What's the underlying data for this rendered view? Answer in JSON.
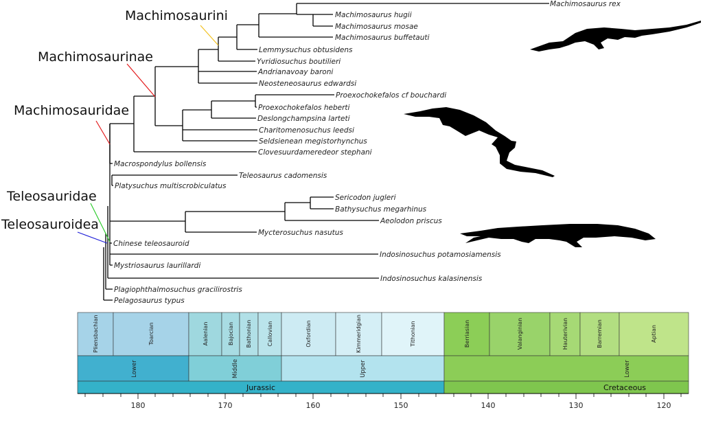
{
  "clades": [
    {
      "label": "Machimosaurini",
      "color": "#f2c11f"
    },
    {
      "label": "Machimosaurinae",
      "color": "#e31a1c"
    },
    {
      "label": "Machimosauridae",
      "color": "#e31a1c"
    },
    {
      "label": "Teleosauridae",
      "color": "#2ecc2e"
    },
    {
      "label": "Teleosauroidea",
      "color": "#1f1fd8"
    }
  ],
  "taxa": [
    "Machimosaurus rex",
    "Machimosaurus hugii",
    "Machimosaurus mosae",
    "Machimosaurus buffetauti",
    "Lemmysuchus obtusidens",
    "Yvridiosuchus boutilieri",
    "Andrianavoay baroni",
    "Neosteneosaurus edwardsi",
    "Proexochokefalos cf bouchardi",
    "Proexochokefalos heberti",
    "Deslongchampsina larteti",
    "Charitomenosuchus leedsi",
    "Seldsienean megistorhynchus",
    "Clovesuurdameredeor stephani",
    "Macrospondylus bollensis",
    "Teleosaurus cadomensis",
    "Platysuchus multiscrobiculatus",
    "Sericodon jugleri",
    "Bathysuchus megarhinus",
    "Aeolodon priscus",
    "Mycterosuchus nasutus",
    "Chinese teleosauroid",
    "Indosinosuchus potamosiamensis",
    "Mystriosaurus laurillardi",
    "Indosinosuchus kalasinensis",
    "Plagiophthalmosuchus gracilirostris",
    "Pelagosaurus typus"
  ],
  "timescale": {
    "stages": [
      {
        "name": "Pliensbachian",
        "color": "#a6d3e8"
      },
      {
        "name": "Toarcian",
        "color": "#a6d3e8"
      },
      {
        "name": "Aalenian",
        "color": "#9fd8df"
      },
      {
        "name": "Bajocian",
        "color": "#a8dce3"
      },
      {
        "name": "Bathonian",
        "color": "#b1e0e7"
      },
      {
        "name": "Callovian",
        "color": "#bae4eb"
      },
      {
        "name": "Oxfordian",
        "color": "#cdebf3"
      },
      {
        "name": "Kimmeridgian",
        "color": "#d5eff6"
      },
      {
        "name": "Tithonian",
        "color": "#e0f4f9"
      },
      {
        "name": "Berriasian",
        "color": "#8cce57"
      },
      {
        "name": "Valanginian",
        "color": "#99d36a"
      },
      {
        "name": "Hauterivian",
        "color": "#a6d975"
      },
      {
        "name": "Barremian",
        "color": "#b2de81"
      },
      {
        "name": "Aptian",
        "color": "#bfe48a"
      }
    ],
    "series": [
      {
        "name": "Lower",
        "color": "#41b0cf"
      },
      {
        "name": "Middle",
        "color": "#80cfd8"
      },
      {
        "name": "Upper",
        "color": "#b3e3ee"
      },
      {
        "name": "Lower",
        "color": "#8ccd57"
      }
    ],
    "periods": [
      {
        "name": "Jurassic",
        "color": "#34b2c9"
      },
      {
        "name": "Cretaceous",
        "color": "#7fc64e"
      }
    ],
    "ticks": [
      "180",
      "170",
      "160",
      "150",
      "140",
      "130",
      "120"
    ]
  }
}
